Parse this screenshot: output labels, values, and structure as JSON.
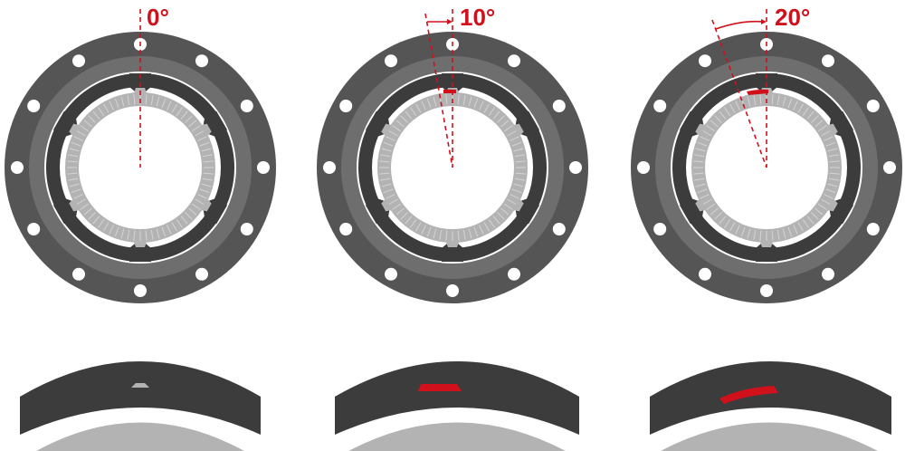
{
  "colors": {
    "outer_flange": "#555555",
    "mid_ring": "#6e6e6e",
    "inner_ring": "#3c3c3c",
    "gear": "#b3b3b3",
    "gear_lines": "#d8d8d8",
    "accent_red": "#d0101b",
    "background": "#ffffff"
  },
  "panels": [
    {
      "id": "panel-0",
      "angle_label": "0°",
      "rotation_deg": 0
    },
    {
      "id": "panel-10",
      "angle_label": "10°",
      "rotation_deg": 10
    },
    {
      "id": "panel-20",
      "angle_label": "20°",
      "rotation_deg": 20
    }
  ]
}
